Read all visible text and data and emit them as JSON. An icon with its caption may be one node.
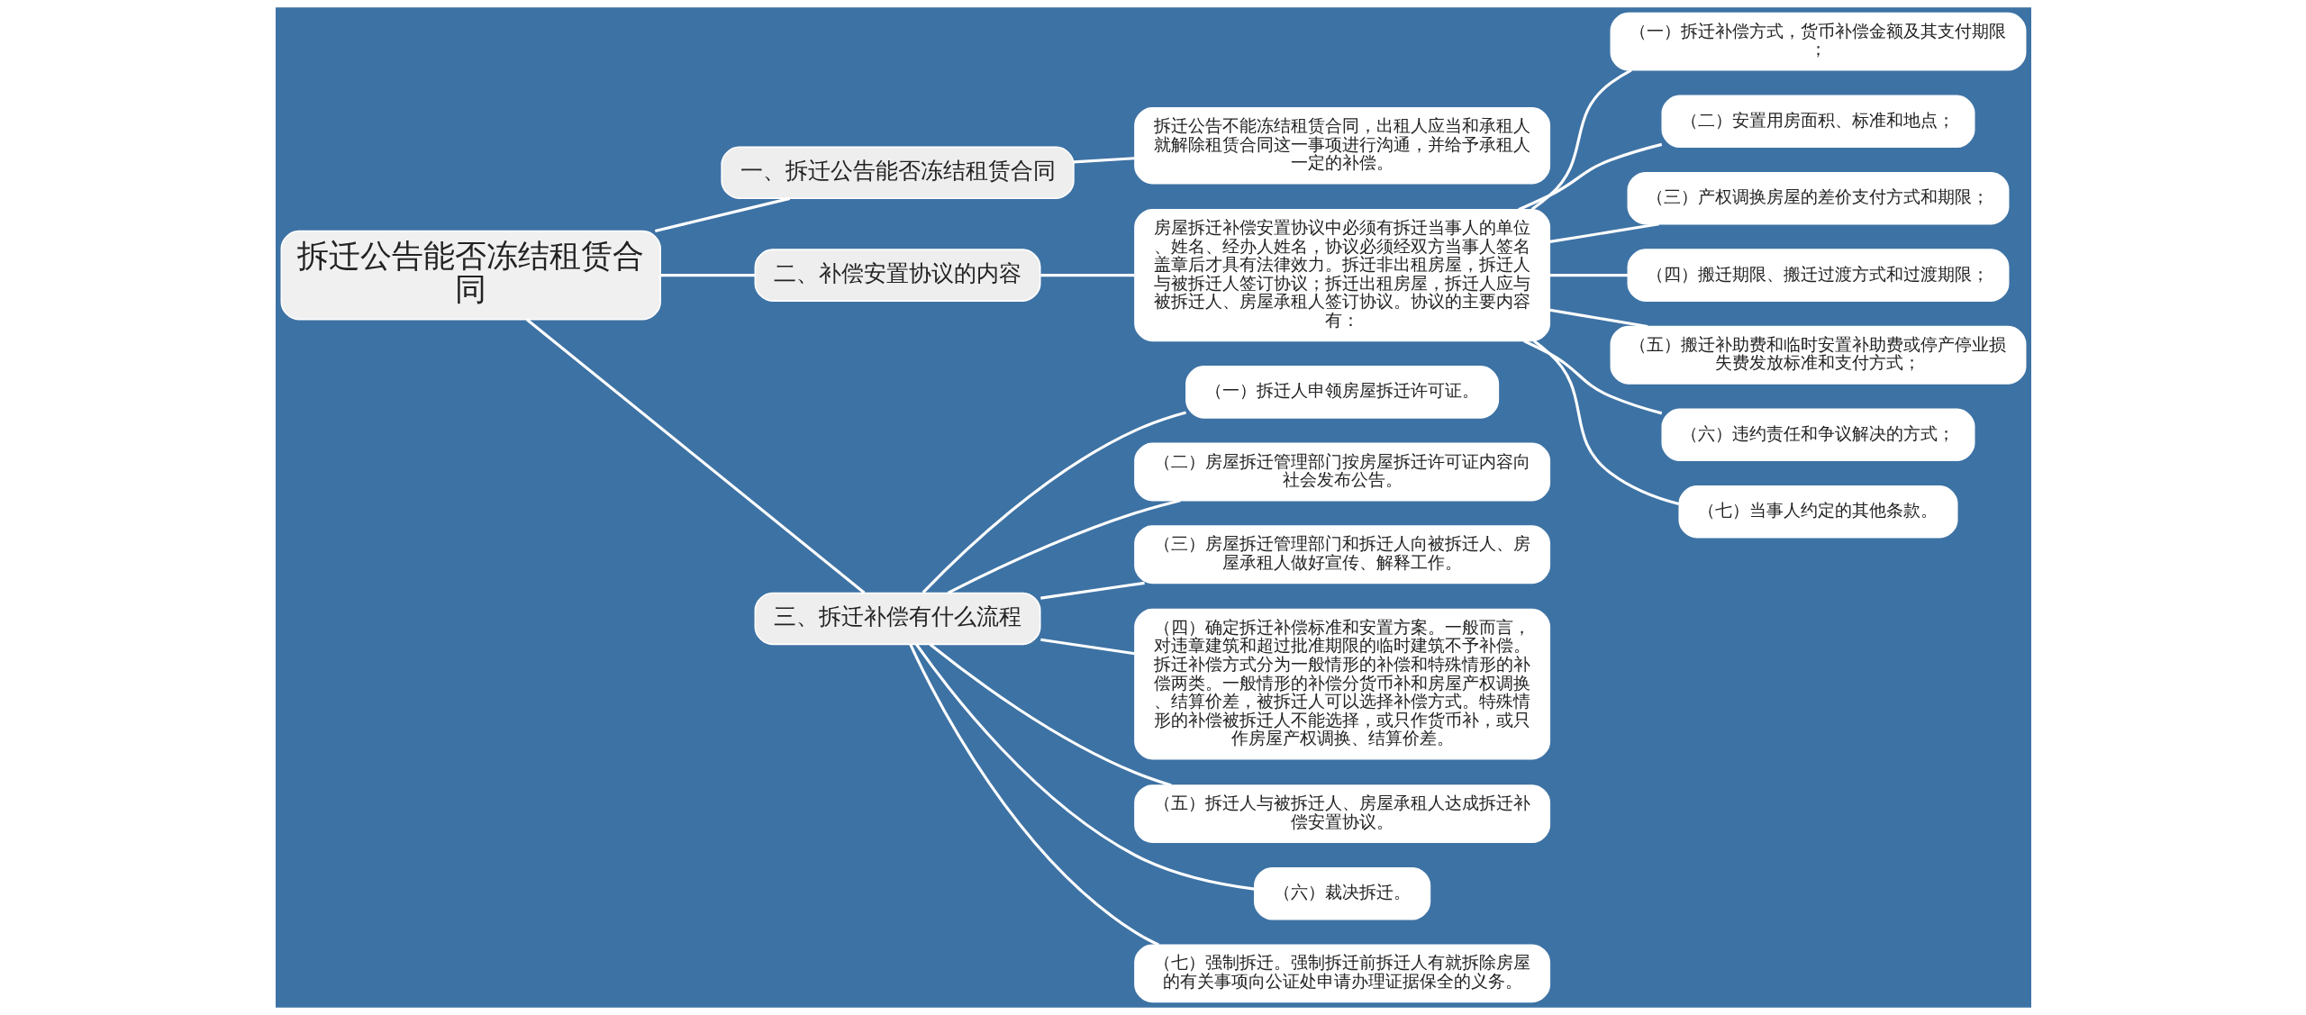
{
  "diagram": {
    "nodes": [
      {
        "text": [
          "拆迁公告能否冻结租赁合同"
        ]
      },
      {
        "text": [
          "一、拆迁公告能否冻结租赁合同"
        ]
      },
      {
        "text": [
          "拆迁公告不能冻结租赁合同，出租人应当和承租人就解除租赁合同这一事项进行沟通，并给予承租人一定的补偿。"
        ]
      },
      {
        "text": [
          "二、补偿安置协议的内容"
        ]
      },
      {
        "text": [
          "房屋拆迁补偿安置协议中必须有拆迁当事人的单位、姓名、经办人姓名，协议必须经双方当事人签名盖章后才具有法律效力。拆迁非出租房屋，拆迁人与被拆迁人签订协议；拆迁出租房屋，拆迁人应与被拆迁人、房屋承租人签订协议。协议的主要内容有："
        ]
      },
      {
        "text": [
          "（一）拆迁补偿方式，货币补偿金额及其支付期限；"
        ]
      },
      {
        "text": [
          "（二）安置用房面积、标准和地点；"
        ]
      },
      {
        "text": [
          "（三）产权调换房屋的差价支付方式和期限；"
        ]
      },
      {
        "text": [
          "（四）搬迁期限、搬迁过渡方式和过渡期限；"
        ]
      },
      {
        "text": [
          "（五）搬迁补助费和临时安置补助费或停产停业损失费发放标准和支付方式；"
        ]
      },
      {
        "text": [
          "（六）违约责任和争议解决的方式；"
        ]
      },
      {
        "text": [
          "（七）当事人约定的其他条款。"
        ]
      },
      {
        "text": [
          "三、拆迁补偿有什么流程"
        ]
      },
      {
        "text": [
          "（一）拆迁人申领房屋拆迁许可证。"
        ]
      },
      {
        "text": [
          "（二）房屋拆迁管理部门按房屋拆迁许可证内容向社会发布公告。"
        ]
      },
      {
        "text": [
          "（三）房屋拆迁管理部门和拆迁人向被拆迁人、房屋承租人做好宣传、解释工作。"
        ]
      },
      {
        "text": [
          "（四）确定拆迁补偿标准和安置方案。一般而言，对违章建筑和超过批准期限的临时建筑不予补偿。拆迁补偿方式分为一般情形的补偿和特殊情形的补偿两类。一般情形的补偿分货币补和房屋产权调换、结算价差，被拆迁人可以选择补偿方式。特殊情形的补偿被拆迁人不能选择，或只作货币补，或只作房屋产权调换、结算价差。"
        ]
      },
      {
        "text": [
          "（五）拆迁人与被拆迁人、房屋承租人达成拆迁补偿安置协议。"
        ]
      },
      {
        "text": [
          "（六）裁决拆迁。"
        ]
      },
      {
        "text": [
          "（七）强制拆迁。强制拆迁前拆迁人有就拆除房屋的有关事项向公证处申请办理证据保全的义务。"
        ]
      }
    ],
    "edges": [
      {
        "from": 0,
        "to": 1,
        "arrow": "none"
      },
      {
        "from": 1,
        "to": 2,
        "arrow": "none"
      },
      {
        "from": 0,
        "to": 3,
        "arrow": "none"
      },
      {
        "from": 3,
        "to": 4,
        "arrow": "none"
      },
      {
        "from": 4,
        "to": 5,
        "arrow": "none"
      },
      {
        "from": 4,
        "to": 6,
        "arrow": "none"
      },
      {
        "from": 4,
        "to": 7,
        "arrow": "none"
      },
      {
        "from": 4,
        "to": 8,
        "arrow": "none"
      },
      {
        "from": 4,
        "to": 9,
        "arrow": "none"
      },
      {
        "from": 4,
        "to": 10,
        "arrow": "none"
      },
      {
        "from": 4,
        "to": 11,
        "arrow": "none"
      },
      {
        "from": 0,
        "to": 12,
        "arrow": "none"
      },
      {
        "from": 12,
        "to": 13,
        "arrow": "none"
      },
      {
        "from": 12,
        "to": 14,
        "arrow": "none"
      },
      {
        "from": 12,
        "to": 15,
        "arrow": "none"
      },
      {
        "from": 12,
        "to": 16,
        "arrow": "none"
      },
      {
        "from": 12,
        "to": 17,
        "arrow": "none"
      },
      {
        "from": 12,
        "to": 18,
        "arrow": "none"
      },
      {
        "from": 12,
        "to": 19,
        "arrow": "none"
      }
    ]
  }
}
